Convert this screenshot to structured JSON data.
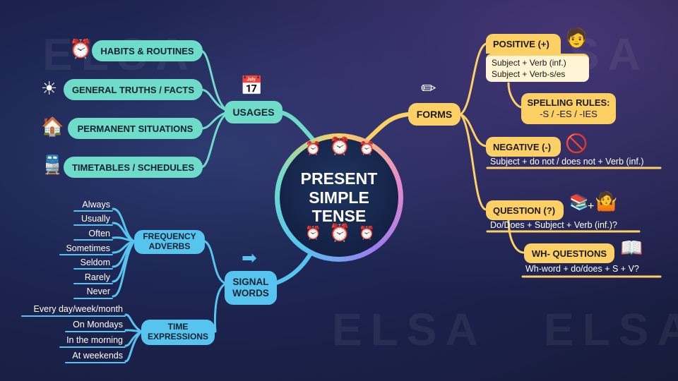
{
  "watermark": "ELSA",
  "center": {
    "title": "PRESENT SIMPLE TENSE"
  },
  "usages": {
    "label": "USAGES",
    "items": [
      {
        "label": "HABITS & ROUTINES",
        "icon": "alarm-clock-icon"
      },
      {
        "label": "GENERAL TRUTHS / FACTS",
        "icon": "sun-icon"
      },
      {
        "label": "PERMANENT SITUATIONS",
        "icon": "house-icon"
      },
      {
        "label": "TIMETABLES / SCHEDULES",
        "icon": "train-icon"
      }
    ]
  },
  "signal_words": {
    "label": "SIGNAL WORDS",
    "frequency": {
      "label": "FREQUENCY ADVERBS",
      "items": [
        "Always",
        "Usually",
        "Often",
        "Sometimes",
        "Seldom",
        "Rarely",
        "Never"
      ]
    },
    "time": {
      "label": "TIME EXPRESSIONS",
      "items": [
        "Every day/week/month",
        "On Mondays",
        "In the morning",
        "At weekends"
      ]
    }
  },
  "forms": {
    "label": "FORMS",
    "positive": {
      "label": "POSITIVE (+)",
      "lines": [
        "Subject + Verb (inf.)",
        "Subject + Verb-s/es"
      ]
    },
    "spelling": {
      "label": "SPELLING RULES:",
      "rule": "-S / -ES / -IES"
    },
    "negative": {
      "label": "NEGATIVE (-)",
      "rule": "Subject + do not / does not + Verb (inf.)"
    },
    "question": {
      "label": "QUESTION (?)",
      "rule": "Do/Does + Subject + Verb (inf.)?"
    },
    "wh": {
      "label": "WH- QUESTIONS",
      "rule": "Wh-word + do/does + S + V?"
    }
  },
  "colors": {
    "usages": "#6fdcc9",
    "signal": "#56c4ee",
    "forms": "#fdd065"
  }
}
